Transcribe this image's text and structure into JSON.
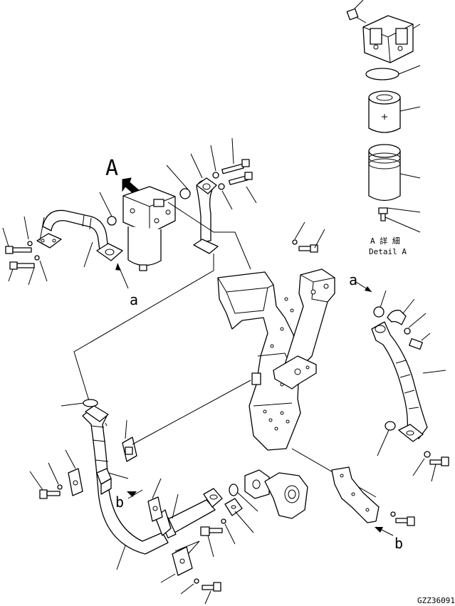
{
  "labels": {
    "view_marker": "A",
    "ref_a_1": "a",
    "ref_a_2": "a",
    "ref_b_1": "b",
    "ref_b_2": "b",
    "detail_line1": "A 詳 細",
    "detail_line2": "Detail A",
    "drawing_id": "GZZ36091"
  }
}
